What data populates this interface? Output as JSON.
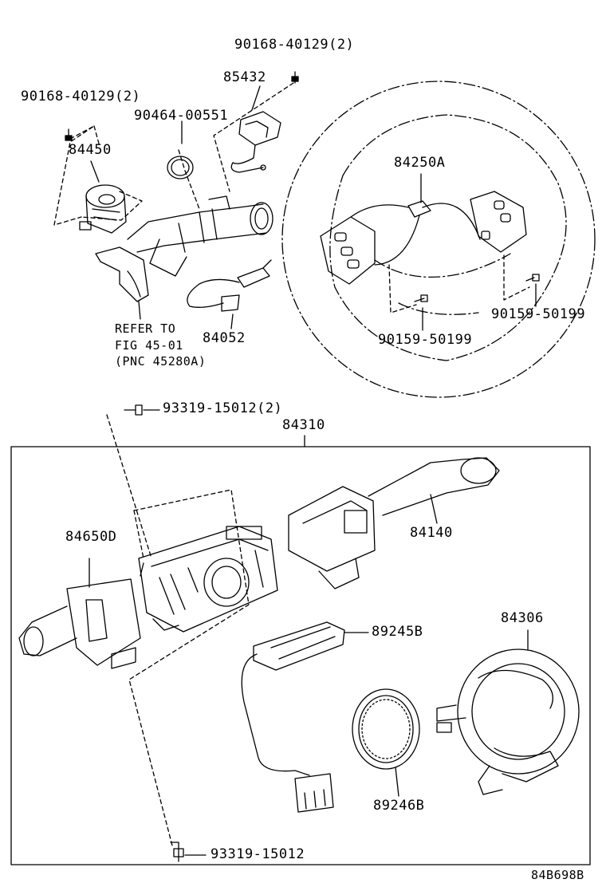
{
  "labels": {
    "p_90168_right": "90168-40129(2)",
    "p_85432": "85432",
    "p_90168_left": "90168-40129(2)",
    "p_90464": "90464-00551",
    "p_84450": "84450",
    "p_84250A": "84250A",
    "refer_line1": "REFER TO",
    "refer_line2": "FIG 45-01",
    "refer_line3": "(PNC 45280A)",
    "p_84052": "84052",
    "p_90159_mid": "90159-50199",
    "p_90159_right": "90159-50199",
    "p_93319_top": "93319-15012(2)",
    "p_84310": "84310",
    "p_84650D": "84650D",
    "p_84140": "84140",
    "p_89245B": "89245B",
    "p_84306": "84306",
    "p_89246B": "89246B",
    "p_93319_bottom": "93319-15012",
    "figure_code": "84B698B"
  }
}
